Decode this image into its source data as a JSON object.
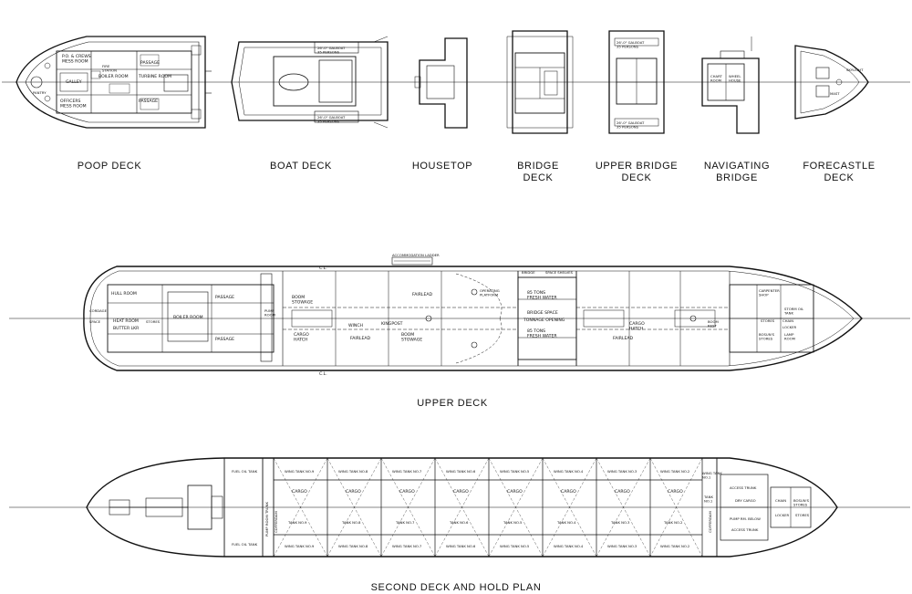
{
  "deck_titles": {
    "poop": "POOP DECK",
    "boat": "BOAT DECK",
    "housetop": "HOUSETOP",
    "bridge": "BRIDGE\nDECK",
    "upper_bridge": "UPPER BRIDGE\nDECK",
    "navigating": "NAVIGATING\nBRIDGE",
    "forecastle": "FORECASTLE\nDECK",
    "upper_deck": "UPPER DECK",
    "second_deck": "SECOND DECK AND HOLD PLAN"
  },
  "small_labels": {
    "po_crews_mess": "P.O. & CREWS\nMESS ROOM",
    "passage": "PASSAGE",
    "galley": "GALLEY",
    "boiler_room": "BOILER ROOM",
    "turbine_room": "TURBINE ROOM",
    "officers_mess": "OFFICERS\nMESS ROOM",
    "pantry": "PANTRY",
    "fire_station": "FIRE\nSTATION",
    "lifeboat": "26'-0\" GALBOAT\n35 PERSONS",
    "chart_room": "CHART\nROOM",
    "wheel_house": "WHEEL\nHOUSE",
    "mast": "MAST",
    "skylight": "SKYLIGHT",
    "accommodation_ladder": "ACCOMMODATION LADDER",
    "cargo": "CARGO",
    "cargo_hatch": "CARGO\nHATCH",
    "boom_stowage": "BOOM\nSTOWAGE",
    "fairlead": "FAIRLEAD",
    "winch": "WINCH",
    "kingpost": "KINGPOST",
    "operating_platform": "OPERATING\nPLATFORM",
    "fresh_water_1": "85 TONS\nFRESH WATER",
    "fresh_water_2": "85 TONS\nFRESH WATER",
    "bridge_space": "BRIDGE SPACE",
    "tonnage_opening": "TONNAGE OPENING",
    "bridge": "BRIDGE",
    "space_shelves": "SPACE SHELVES",
    "hull_room": "HULL ROOM",
    "cordage": "CORDAGE",
    "space": "SPACE",
    "heat_room": "HEAT ROOM",
    "butter_lkr": "BUTTER LKR",
    "stores": "STORES",
    "pump_room": "PUMP\nROOM",
    "carpenter_shop": "CARPENTER\nSHOP",
    "chain": "CHAIN",
    "locker": "LOCKER",
    "storm_oil_tank": "STORM OIL\nTANK",
    "bosuns_stores": "BOSUN'S\nSTORES",
    "lamp_room": "LAMP\nROOM",
    "boom_rest": "BOOM\nREST",
    "fuel_oil_tank": "FUEL OIL TANK",
    "pump_room_trunk": "PUMP ROOM TRUNK",
    "cofferdam": "COFFERDAM",
    "dry_cargo": "DRY CARGO",
    "access_trunk": "ACCESS TRUNK",
    "pump_rm_below": "PUMP RM. BELOW",
    "wing_tanks": [
      "WING TANK NO.9",
      "WING TANK NO.8",
      "WING TANK NO.7",
      "WING TANK NO.6",
      "WING TANK NO.5",
      "WING TANK NO.4",
      "WING TANK NO.3",
      "WING TANK NO.2"
    ],
    "center_tanks": [
      "TANK NO.9",
      "TANK NO.8",
      "TANK NO.7",
      "TANK NO.6",
      "TANK NO.5",
      "TANK NO.4",
      "TANK NO.3",
      "TANK NO.2"
    ],
    "tank_no1": "TANK\nNO.1",
    "wing_tank_no1": "WING TANK\nNO.1",
    "c_l": "C.L."
  }
}
